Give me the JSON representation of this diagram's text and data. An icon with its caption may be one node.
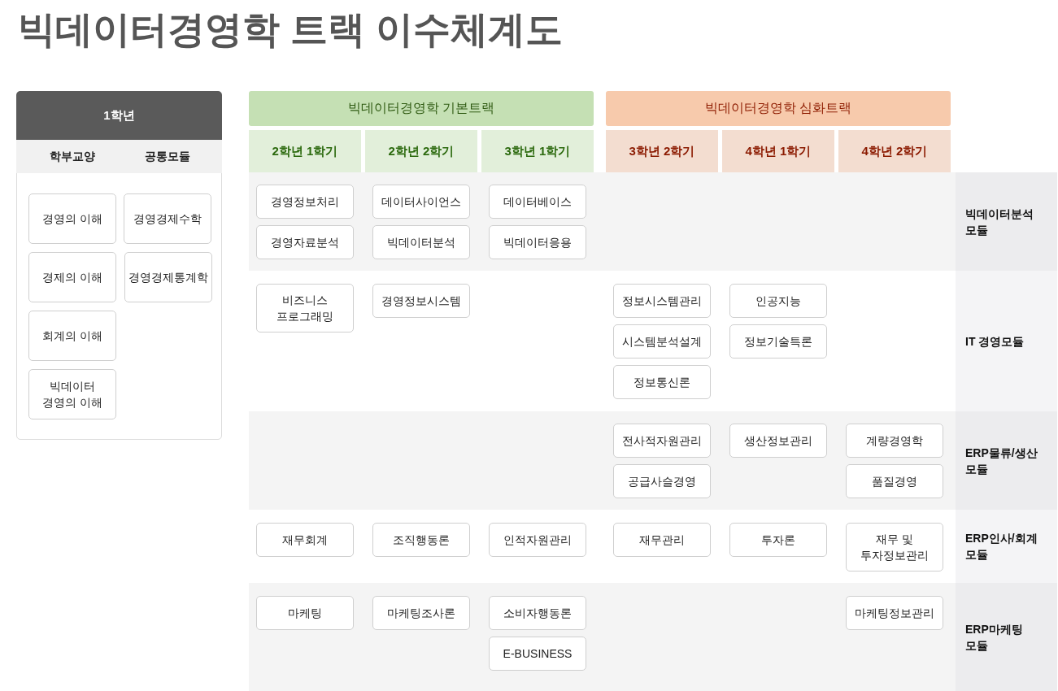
{
  "diagram": {
    "title": "빅데이터경영학 트랙 이수체계도",
    "nodes": [
      {
        "text": [
          "1학년"
        ]
      },
      {
        "text": [
          "학부교양",
          "공통모듈"
        ],
        "in": 0
      },
      {
        "text": [
          "경영의 이해"
        ],
        "in": 0
      },
      {
        "text": [
          "경영경제수학"
        ],
        "in": 0
      },
      {
        "text": [
          "경제의 이해"
        ],
        "in": 0
      },
      {
        "text": [
          "경영경제통계학"
        ],
        "in": 0
      },
      {
        "text": [
          "회계의 이해"
        ],
        "in": 0
      },
      {
        "text": [
          "빅데이터 경영의 이해"
        ],
        "in": 0
      },
      {
        "text": [
          "빅데이터경영학 기본트랙"
        ]
      },
      {
        "text": [
          "빅데이터경영학 심화트랙"
        ]
      },
      {
        "text": [
          "2학년 1학기"
        ]
      },
      {
        "text": [
          "2학년 2학기"
        ]
      },
      {
        "text": [
          "3학년 1학기"
        ]
      },
      {
        "text": [
          "3학년 2학기"
        ]
      },
      {
        "text": [
          "4학년 1학기"
        ]
      },
      {
        "text": [
          "4학년 2학기"
        ]
      },
      {
        "text": [
          "경영정보처리"
        ]
      },
      {
        "text": [
          "데이터사이언스"
        ]
      },
      {
        "text": [
          "데이터베이스"
        ]
      },
      {
        "text": [
          "경영자료분석"
        ]
      },
      {
        "text": [
          "빅데이터분석"
        ]
      },
      {
        "text": [
          "빅데이터응용"
        ]
      },
      {
        "text": [
          "빅데이터분석 모듈"
        ]
      },
      {
        "text": [
          "비즈니스 프로그래밍"
        ]
      },
      {
        "text": [
          "경영정보시스템"
        ]
      },
      {
        "text": [
          "정보시스템관리"
        ]
      },
      {
        "text": [
          "인공지능"
        ]
      },
      {
        "text": [
          "시스템분석설계"
        ]
      },
      {
        "text": [
          "정보기술특론"
        ]
      },
      {
        "text": [
          "정보통신론"
        ]
      },
      {
        "text": [
          "IT 경영모듈"
        ]
      },
      {
        "text": [
          "전사적자원관리"
        ]
      },
      {
        "text": [
          "생산정보관리"
        ]
      },
      {
        "text": [
          "계량경영학"
        ]
      },
      {
        "text": [
          "공급사슬경영"
        ]
      },
      {
        "text": [
          "품질경영"
        ]
      },
      {
        "text": [
          "ERP물류/생산 모듈"
        ]
      },
      {
        "text": [
          "재무회계"
        ]
      },
      {
        "text": [
          "조직행동론"
        ]
      },
      {
        "text": [
          "인적자원관리"
        ]
      },
      {
        "text": [
          "재무관리"
        ]
      },
      {
        "text": [
          "투자론"
        ]
      },
      {
        "text": [
          "재무 및 투자정보관리"
        ]
      },
      {
        "text": [
          "ERP인사/회계 모듈"
        ]
      },
      {
        "text": [
          "마케팅"
        ]
      },
      {
        "text": [
          "마케팅조사론"
        ]
      },
      {
        "text": [
          "소비자행동론"
        ]
      },
      {
        "text": [
          "마케팅정보관리"
        ]
      },
      {
        "text": [
          "E-BUSINESS"
        ]
      },
      {
        "text": [
          "ERP마케팅 모듈"
        ]
      }
    ]
  }
}
